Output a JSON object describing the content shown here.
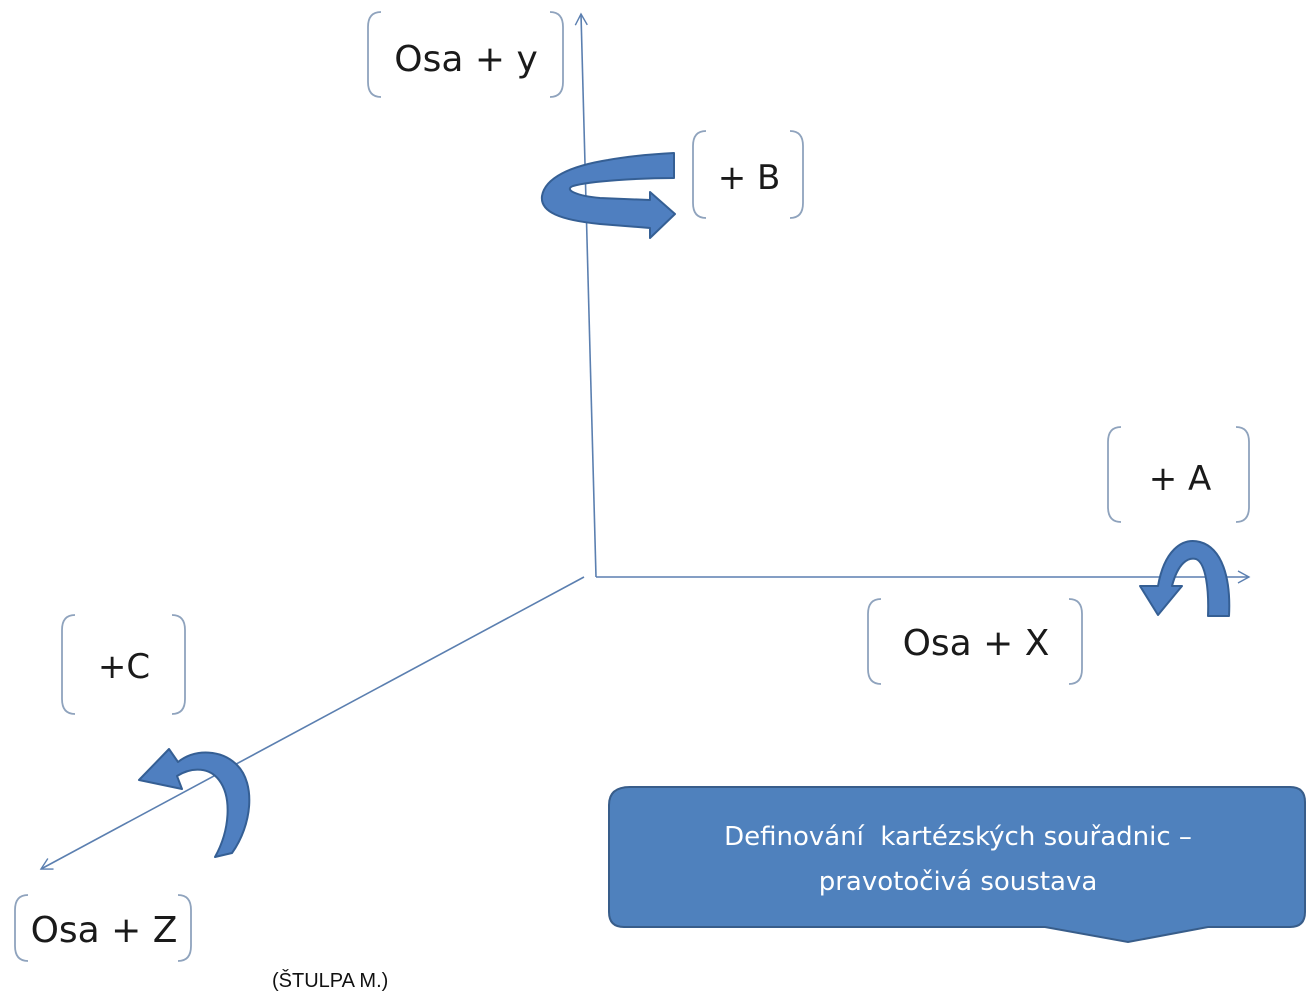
{
  "axes": {
    "y_label": "Osa + y",
    "x_label": "Osa + X",
    "z_label": "Osa + Z"
  },
  "rotations": {
    "b_label": "+ B",
    "a_label": "+ A",
    "c_label": "+C"
  },
  "callout": {
    "line1": "Definování  kartézských souřadnic –",
    "line2": "pravotočivá soustava"
  },
  "credit": "(ŠTULPA M.)",
  "colors": {
    "axis_line": "#5b7fb0",
    "bracket": "#8fa3bd",
    "arrow_fill": "#4f7fc0",
    "arrow_stroke": "#355f94",
    "callout_fill": "#4f81bd",
    "callout_stroke": "#385d8a"
  }
}
